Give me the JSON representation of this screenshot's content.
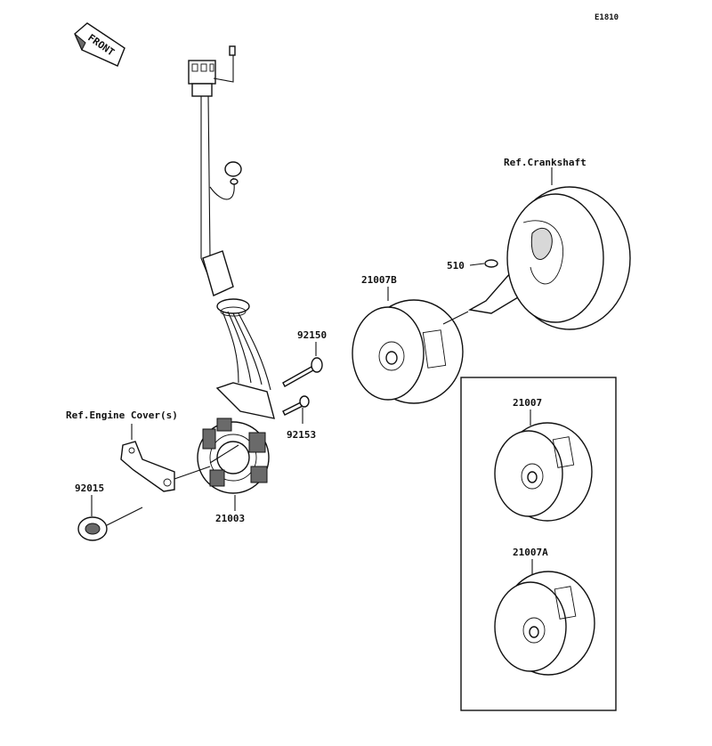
{
  "diagram_code": "E1810",
  "front_label": "FRONT",
  "labels": {
    "crankshaft_ref": "Ref.Crankshaft",
    "engine_cover_ref": "Ref.Engine Cover(s)",
    "p510": "510",
    "p21007B": "21007B",
    "p92150": "92150",
    "p92153": "92153",
    "p92015": "92015",
    "p21003": "21003",
    "p21007": "21007",
    "p21007A": "21007A"
  }
}
